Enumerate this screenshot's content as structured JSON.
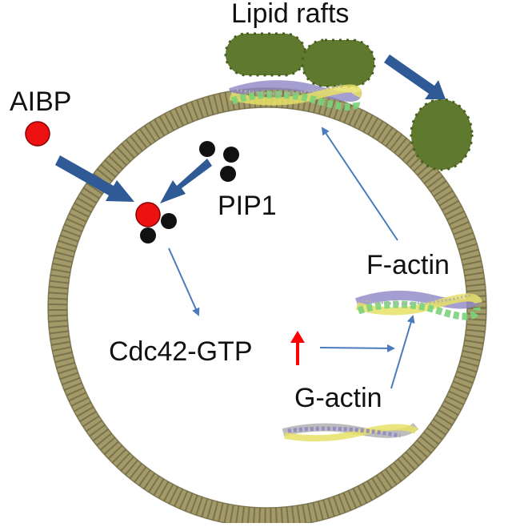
{
  "labels": {
    "lipid_rafts": "Lipid rafts",
    "aibp": "AIBP",
    "pip1": "PIP1",
    "f_actin": "F-actin",
    "cdc42": "Cdc42-GTP",
    "g_actin": "G-actin"
  },
  "colors": {
    "membrane": "#a39a6a",
    "membrane_dark": "#6e6640",
    "raft": "#5f7a2e",
    "raft_dark": "#48601f",
    "big_arrow": "#2f5a96",
    "thin_arrow": "#4a7bbd",
    "aibp": "#ee1111",
    "pip": "#111111",
    "up_arrow": "#ff0000",
    "actin_green": "#7bd17b",
    "actin_yellow": "#e6e066",
    "actin_purple": "#8f86c4",
    "actin_gray": "#b0b0b0"
  },
  "icons": {
    "aibp": "red-circle",
    "pip": "black-dots",
    "raft": "green-blob",
    "actin": "protein-filament",
    "increase": "red-up-arrow"
  }
}
